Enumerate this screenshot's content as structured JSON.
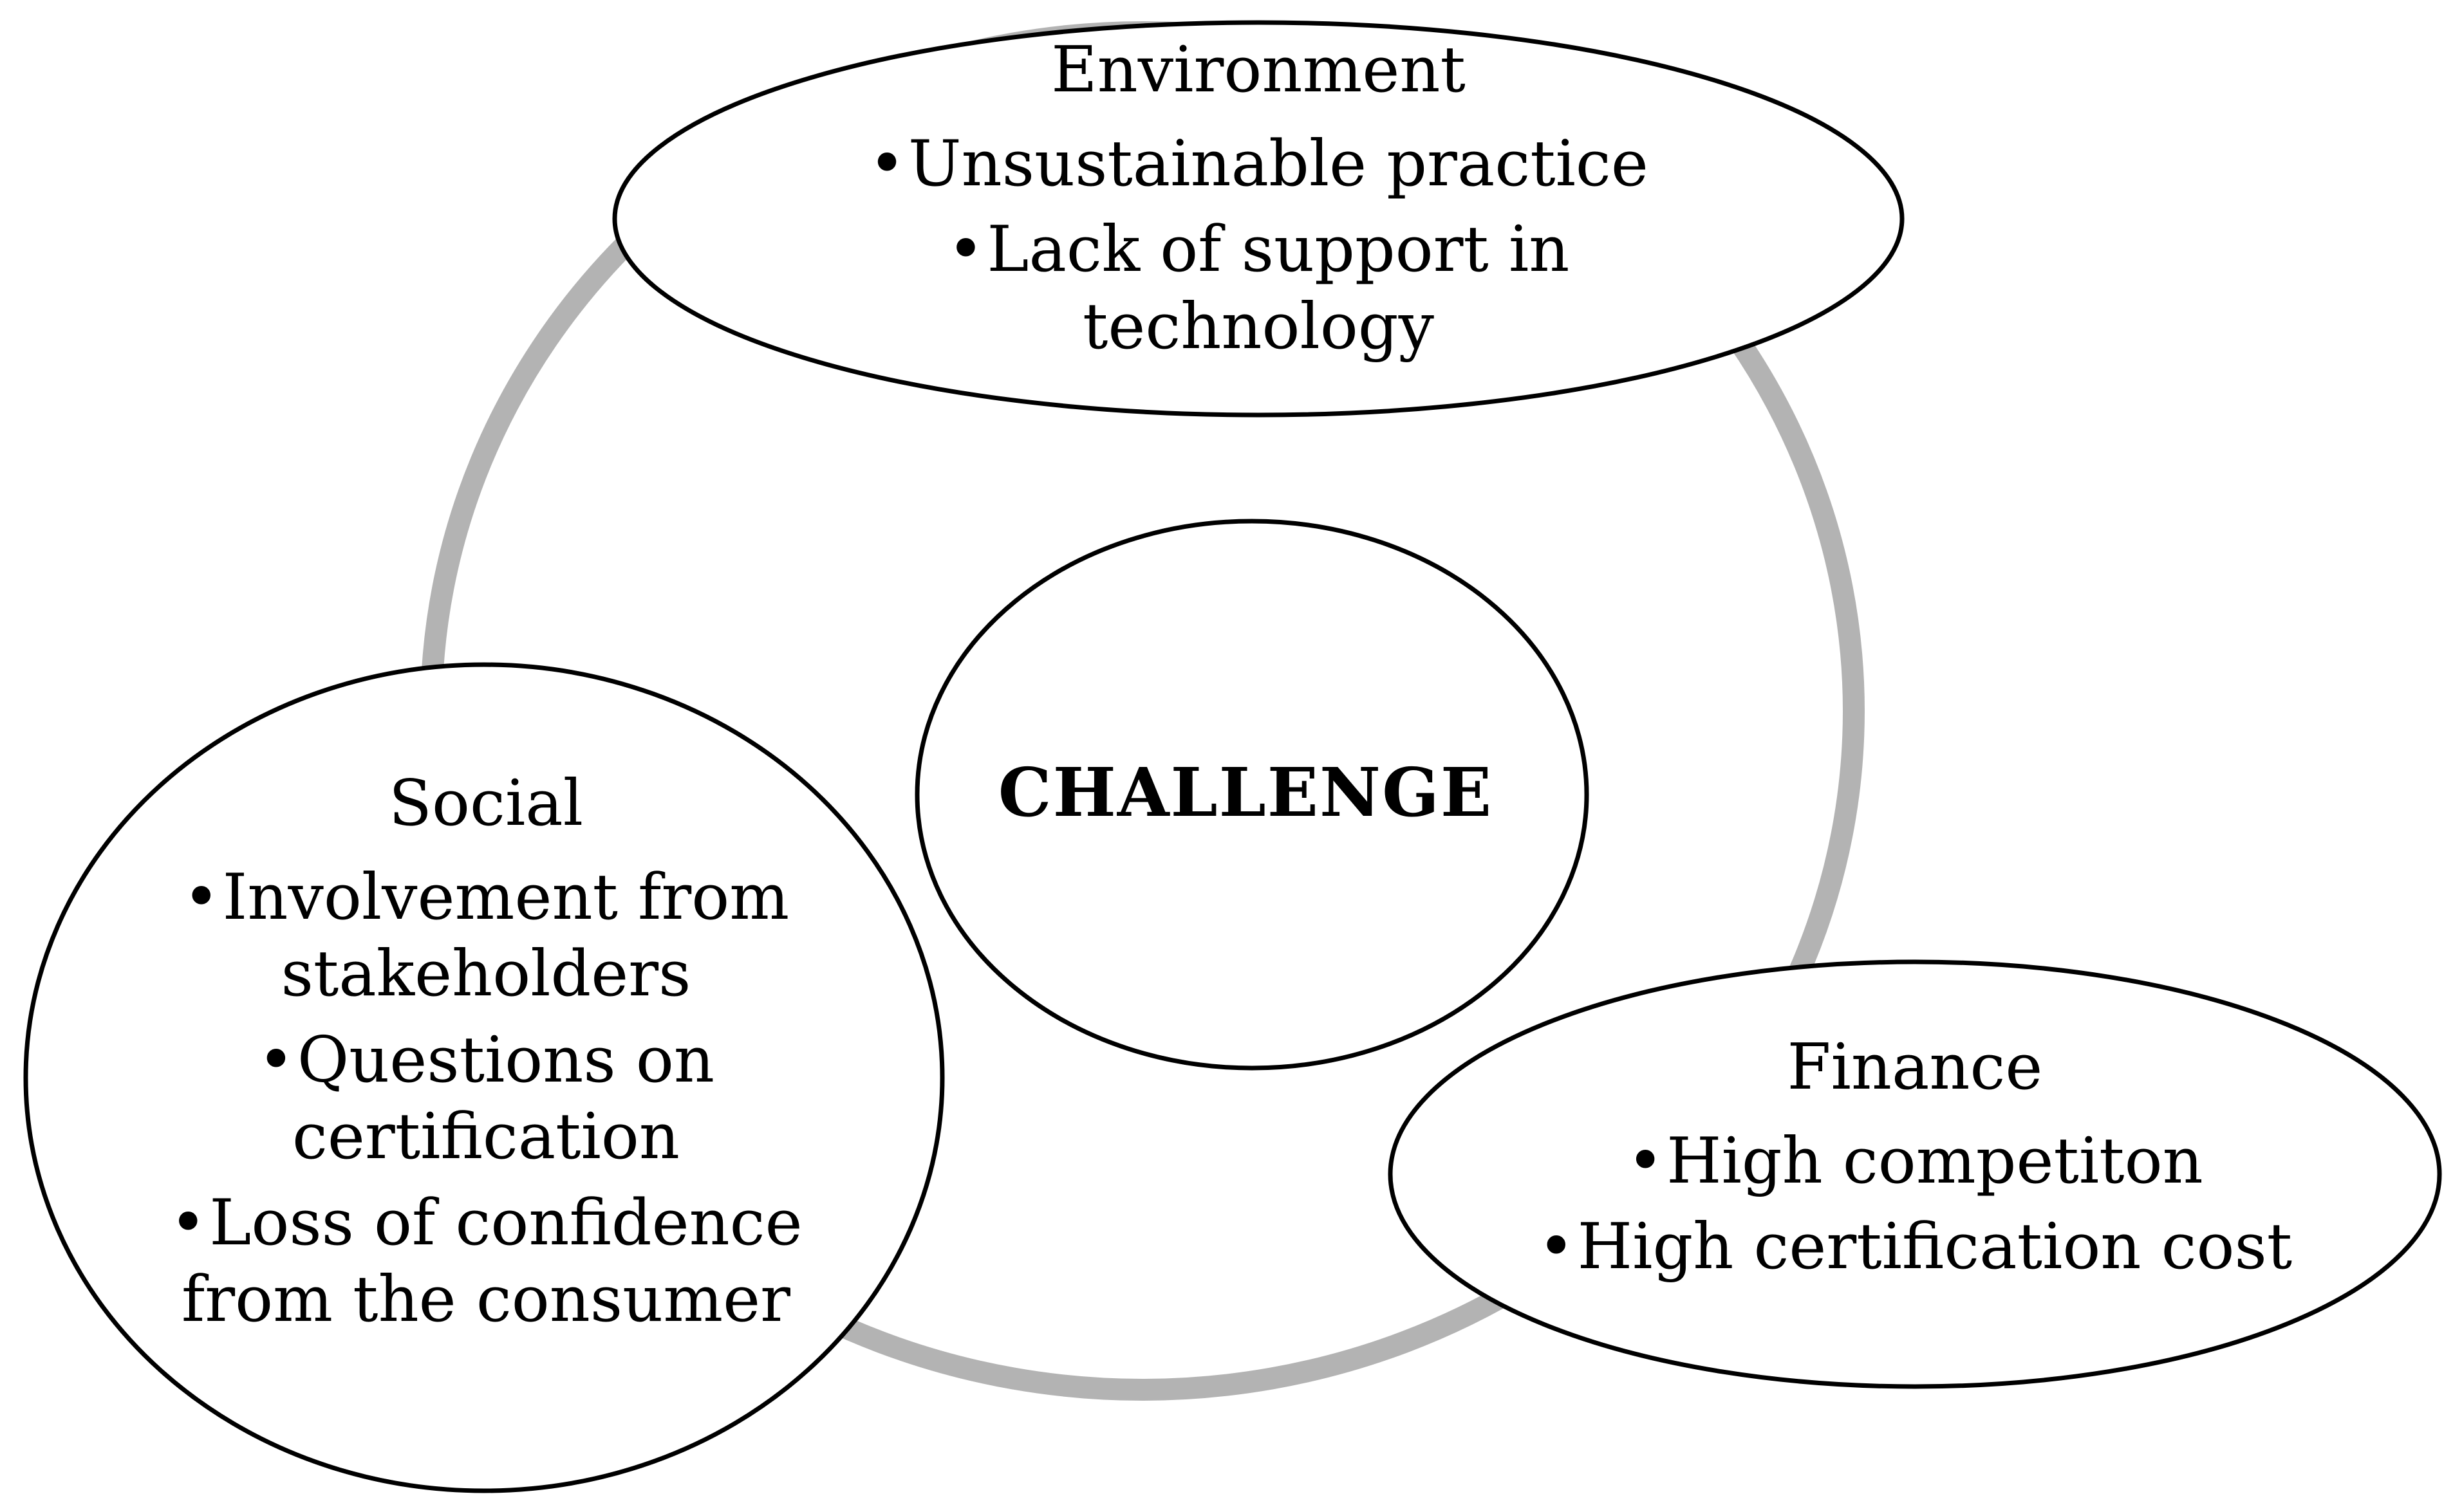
{
  "center": {
    "label": "CHALLENGE"
  },
  "environment": {
    "title": "Environment",
    "items": [
      "Unsustainable practice",
      "Lack of support in technology"
    ]
  },
  "social": {
    "title": "Social",
    "items": [
      "Involvement from stakeholders",
      "Questions on certification",
      "Loss of confidence from the consumer"
    ]
  },
  "finance": {
    "title": "Finance",
    "items": [
      "High competiton",
      "High certification cost"
    ]
  },
  "colors": {
    "ring": "#b3b3b3",
    "outline": "#000000",
    "fill": "#ffffff"
  }
}
